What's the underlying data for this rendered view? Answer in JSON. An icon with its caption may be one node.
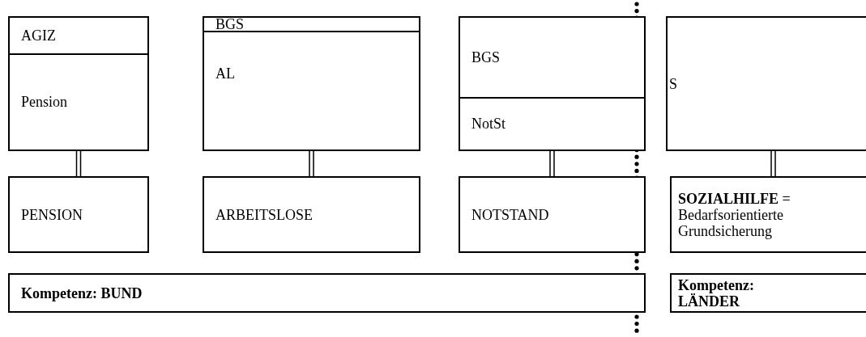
{
  "diagram": {
    "nodes": [
      {
        "text": [
          "AGIZ",
          "Pension"
        ]
      },
      {
        "text": [
          "BGS",
          "AL"
        ]
      },
      {
        "text": [
          "BGS",
          "NotSt"
        ]
      },
      {
        "text": [
          "S"
        ]
      },
      {
        "text": [
          "PENSION"
        ]
      },
      {
        "text": [
          "ARBEITSLOSE"
        ]
      },
      {
        "text": [
          "NOTSTAND"
        ]
      },
      {
        "text": [
          "**SOZIALHILFE** = Bedarfsorientierte Grundsicherung"
        ]
      },
      {
        "text": [
          "Kompetenz: BUND"
        ]
      },
      {
        "text": [
          "Kompetenz: LÄNDER"
        ]
      }
    ],
    "edges": [
      {
        "from": 0,
        "to": 4,
        "arrow": "none"
      },
      {
        "from": 1,
        "to": 5,
        "arrow": "none"
      },
      {
        "from": 2,
        "to": 6,
        "arrow": "none"
      },
      {
        "from": 3,
        "to": 7,
        "arrow": "none"
      }
    ]
  }
}
